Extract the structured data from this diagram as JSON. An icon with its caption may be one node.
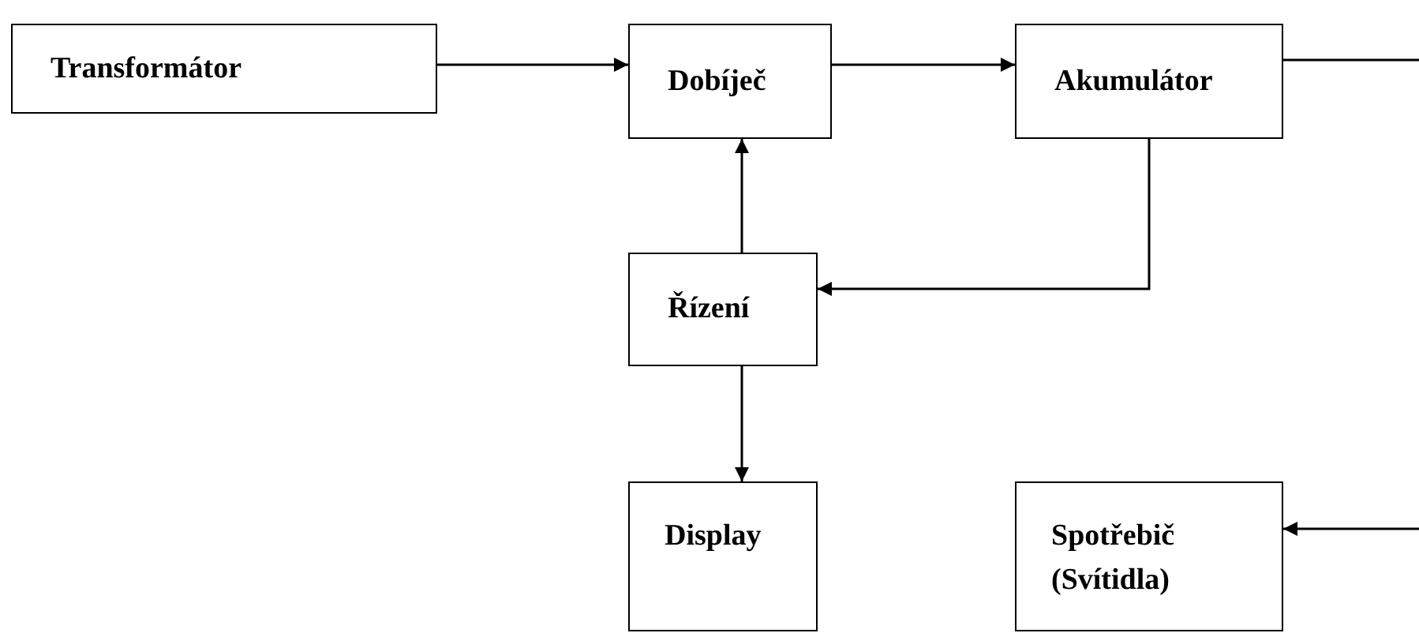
{
  "diagram": {
    "nodes": [
      {
        "text": [
          "Transformátor"
        ]
      },
      {
        "text": [
          "Dobíječ"
        ]
      },
      {
        "text": [
          "Akumulátor"
        ]
      },
      {
        "text": [
          "Řízení"
        ]
      },
      {
        "text": [
          "Display"
        ]
      },
      {
        "text": [
          "Spotřebič (Svítidla)"
        ]
      }
    ],
    "edges": [
      {
        "from": 0,
        "to": 1,
        "arrow": "to"
      },
      {
        "from": 1,
        "to": 2,
        "arrow": "to"
      },
      {
        "from": 2,
        "to": 3,
        "arrow": "to"
      },
      {
        "from": 3,
        "to": 1,
        "arrow": "to"
      },
      {
        "from": 3,
        "to": 4,
        "arrow": "to"
      },
      {
        "from": 2,
        "to": null,
        "arrow": "none"
      },
      {
        "from": null,
        "to": 5,
        "arrow": "to"
      }
    ]
  }
}
